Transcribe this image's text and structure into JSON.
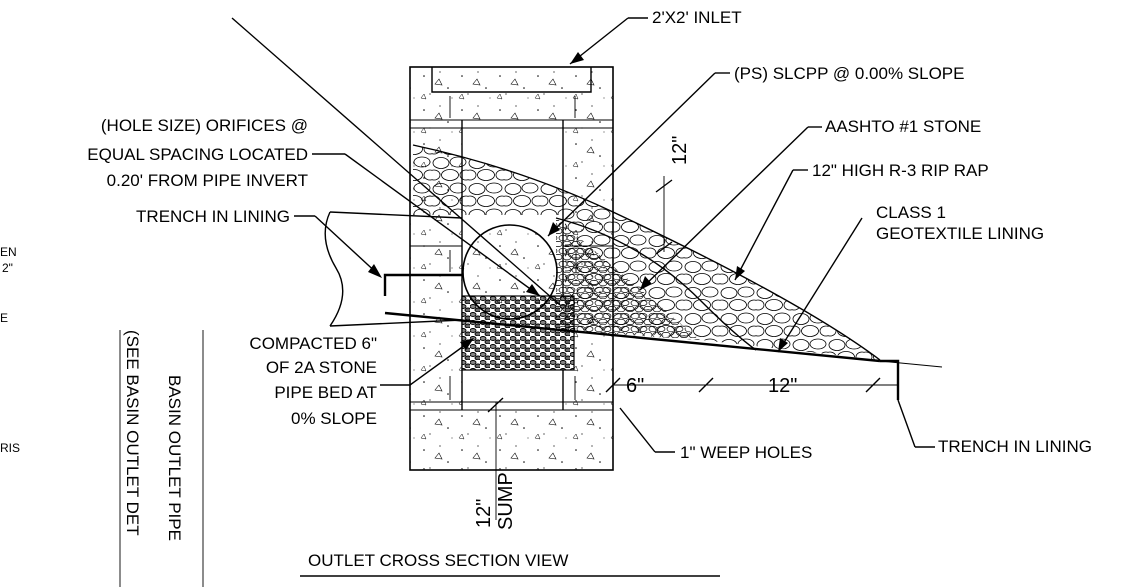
{
  "labels": {
    "inlet": "2'X2' INLET",
    "pipe": "(PS) SLCPP @ 0.00% SLOPE",
    "stone": "AASHTO #1 STONE",
    "riprap": "12\" HIGH R-3 RIP RAP",
    "geotextile_1": "CLASS 1",
    "geotextile_2": "GEOTEXTILE LINING",
    "orifice_1": "(HOLE SIZE) ORIFICES @",
    "orifice_2": "EQUAL SPACING LOCATED",
    "orifice_3": "0.20' FROM PIPE INVERT",
    "trench_left": "TRENCH IN LINING",
    "trench_right": "TRENCH IN LINING",
    "bed_1": "COMPACTED 6\"",
    "bed_2": "OF 2A STONE",
    "bed_3": "PIPE BED AT",
    "bed_4": "0% SLOPE",
    "weep": "1\" WEEP HOLES",
    "dim_riprap": "12\"",
    "dim_6": "6\"",
    "dim_12": "12\"",
    "dim_sump": "12\"",
    "sump": "SUMP",
    "vertical_1": "BASIN OUTLET PIPE",
    "vertical_2": "(SEE BASIN OUTLET DET",
    "title": "OUTLET CROSS SECTION VIEW",
    "frag_1": "EN",
    "frag_2": "2\"",
    "frag_3": "E",
    "frag_4": "RIS"
  }
}
